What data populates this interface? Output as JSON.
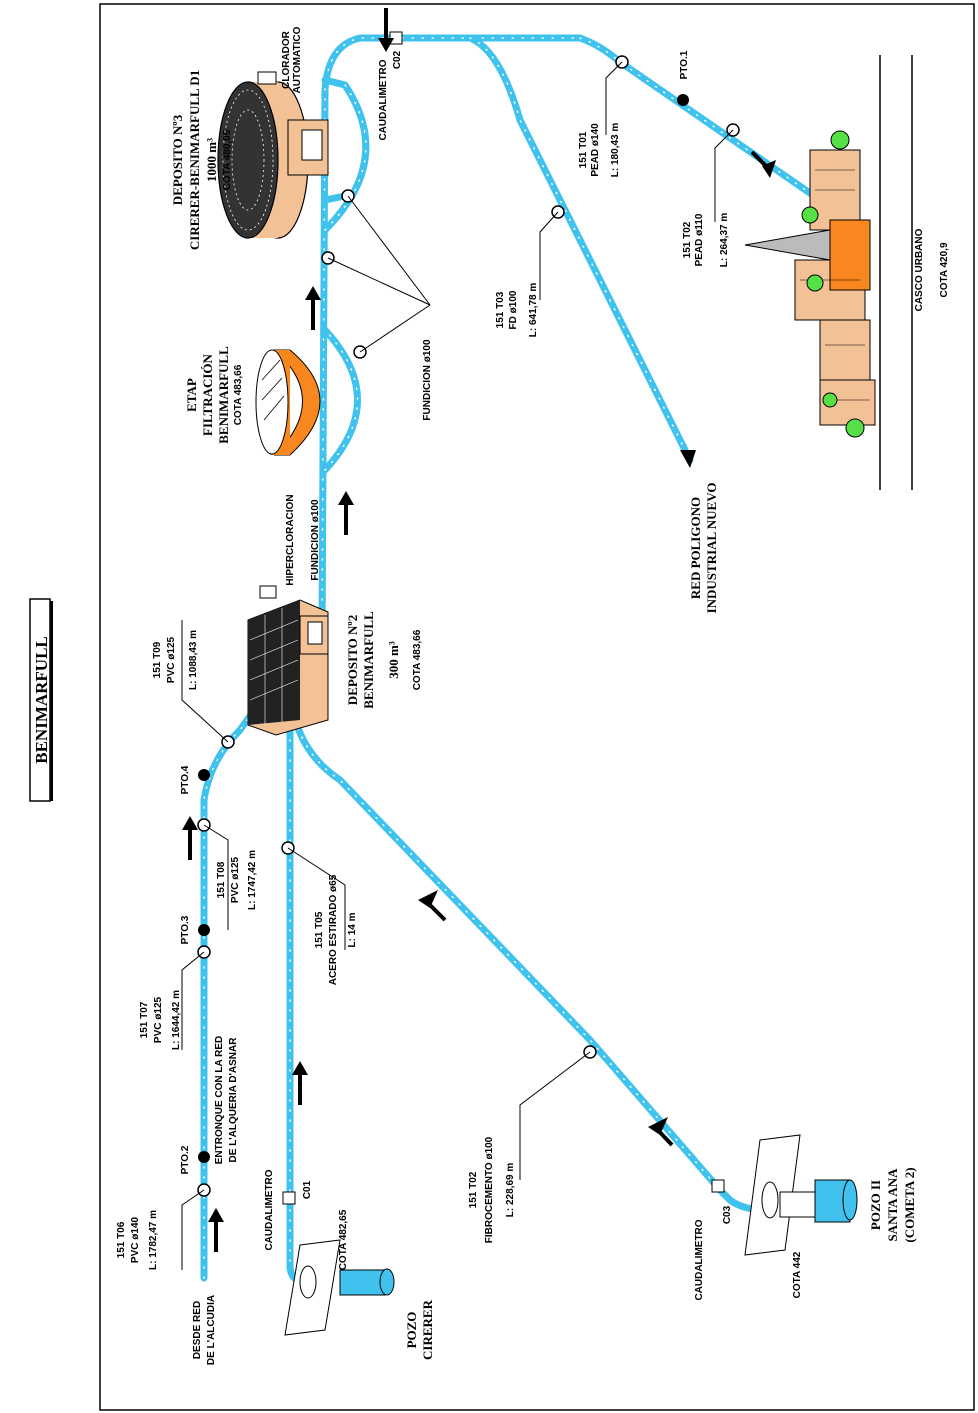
{
  "title": "BENIMARFULL",
  "labels": {
    "deposito3_l1": "DEPOSITO Nº3",
    "deposito3_l2": "CIRERER-BENIMARFULL D1",
    "deposito3_l3": "1000 m³",
    "deposito3_cota": "COTA 480,05",
    "clorador_l1": "CLORADOR",
    "clorador_l2": "AUTOMATICO",
    "caudalimetro_c02_l1": "CAUDALIMETRO",
    "caudalimetro_c02_l2": "C02",
    "pto1": "PTO.1",
    "t01_l1": "151  T01",
    "t01_l2": "PEAD ø140",
    "t01_l3": "L: 180,43 m",
    "t02u_l1": "151  T02",
    "t02u_l2": "PEAD ø110",
    "t02u_l3": "L: 264,37 m",
    "t03_l1": "151  T03",
    "t03_l2": "FD ø100",
    "t03_l3": "L: 641,78 m",
    "casco_l1": "CASCO  URBANO",
    "casco_cota": "COTA  420,9",
    "etap_l1": "ETAP",
    "etap_l2": "FILTRACIÓN",
    "etap_l3": "BENIMARFULL",
    "etap_cota": "COTA 483,66",
    "fundicion_label": "FUNDICION ø100",
    "fundicion_pipe": "FUNDICION ø100",
    "hipercloracion": "HIPERCLORACION",
    "red_poligono_l1": "RED  POLIGONO",
    "red_poligono_l2": "INDUSTRIAL  NUEVO",
    "t09_l1": "151  T09",
    "t09_l2": "PVC ø125",
    "t09_l3": "L: 1088,43 m",
    "pto4": "PTO.4",
    "deposito2_l1": "DEPOSITO Nº2",
    "deposito2_l2": "BENIMARFULL",
    "deposito2_l3": "300 m³",
    "deposito2_cota": "COTA 483,66",
    "pto3": "PTO.3",
    "t08_l1": "151  T08",
    "t08_l2": "PVC ø125",
    "t08_l3": "L: 1747,42 m",
    "t07_l1": "151  T07",
    "t07_l2": "PVC ø125",
    "t07_l3": "L: 1644,42 m",
    "t05_l1": "151  T05",
    "t05_l2": "ACERO ESTIRADO ø65",
    "t05_l3": "L: 14 m",
    "entronque_l1": "ENTRONQUE CON LA RED",
    "entronque_l2": "DE L'ALQUERIA D'ASNAR",
    "pto2": "PTO.2",
    "t06_l1": "151  T06",
    "t06_l2": "PVC ø140",
    "t06_l3": "L: 1782,47 m",
    "desde_l1": "DESDE  RED",
    "desde_l2": "DE L'ALCUDIA",
    "caudalimetro_c01_l1": "CAUDALIMETRO",
    "caudalimetro_c01_l2": "C01",
    "cota_pozo_cirerer": "COTA 482,65",
    "pozo_cirerer_l1": "POZO",
    "pozo_cirerer_l2": "CIRERER",
    "t02l_l1": "151  T02",
    "t02l_l2": "FIBROCEMENTO ø100",
    "t02l_l3": "L: 228,69 m",
    "caudalimetro_c03_l1": "CAUDALIMETRO",
    "caudalimetro_c03_l2": "C03",
    "cota_pozo2": "COTA  442",
    "pozo2_l1": "POZO  II",
    "pozo2_l2": "SANTA  ANA",
    "pozo2_l3": "(COMETA  2)"
  },
  "colors": {
    "pipe": "#3fc3ee",
    "tank": "#f2c195",
    "etap": "#f7871e",
    "tree": "#55e046"
  }
}
